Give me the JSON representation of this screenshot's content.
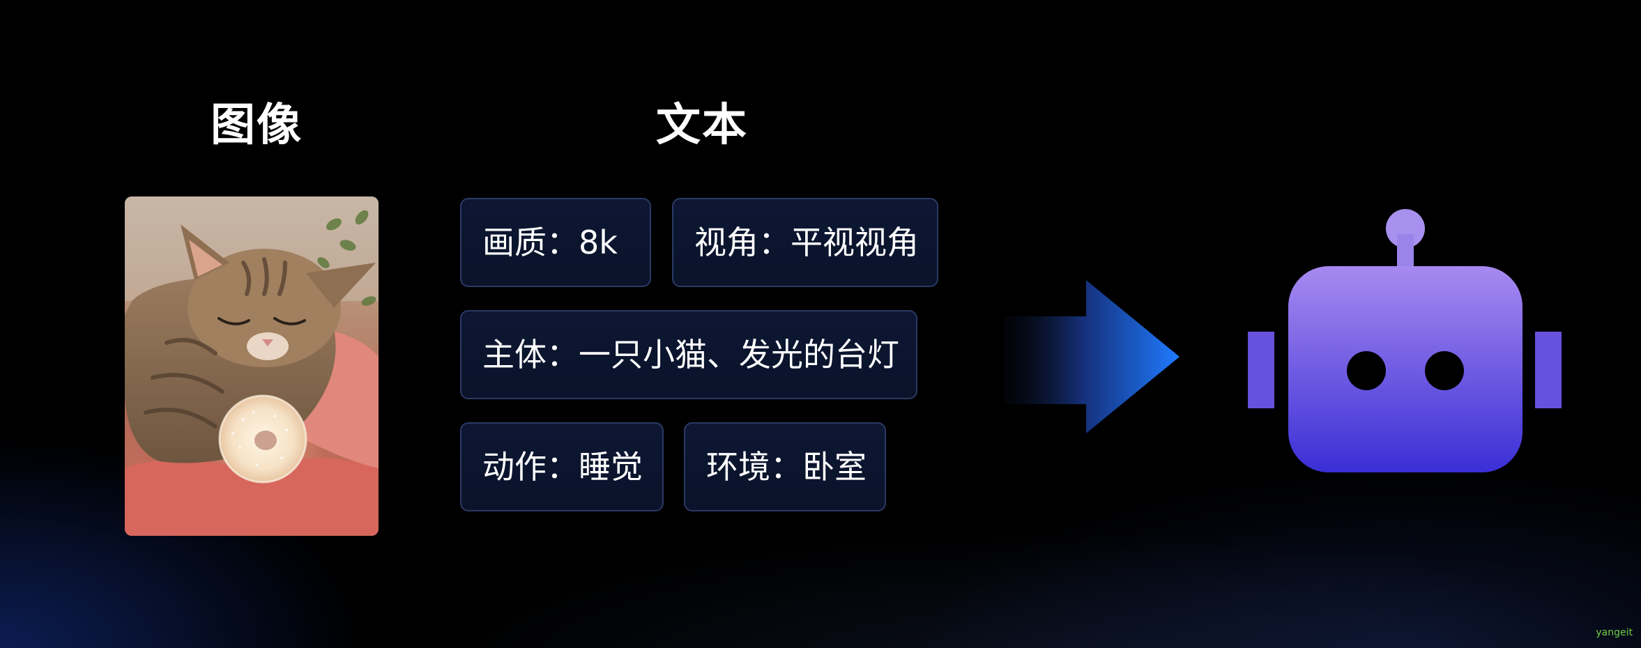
{
  "headings": {
    "image": "图像",
    "text": "文本"
  },
  "tags": [
    "画质：8k",
    "视角：平视视角",
    "主体：一只小猫、发光的台灯",
    "动作：睡觉",
    "环境：卧室"
  ],
  "watermark": "yangeit",
  "colors": {
    "background": "#000000",
    "tag_fill": "#0b142d",
    "tag_border": "#2b3a66",
    "arrow": "#1f7bff",
    "robot_top": "#a78af0",
    "robot_bottom": "#3a2fd6"
  },
  "icons": {
    "arrow": "right-arrow-icon",
    "robot": "robot-icon"
  }
}
